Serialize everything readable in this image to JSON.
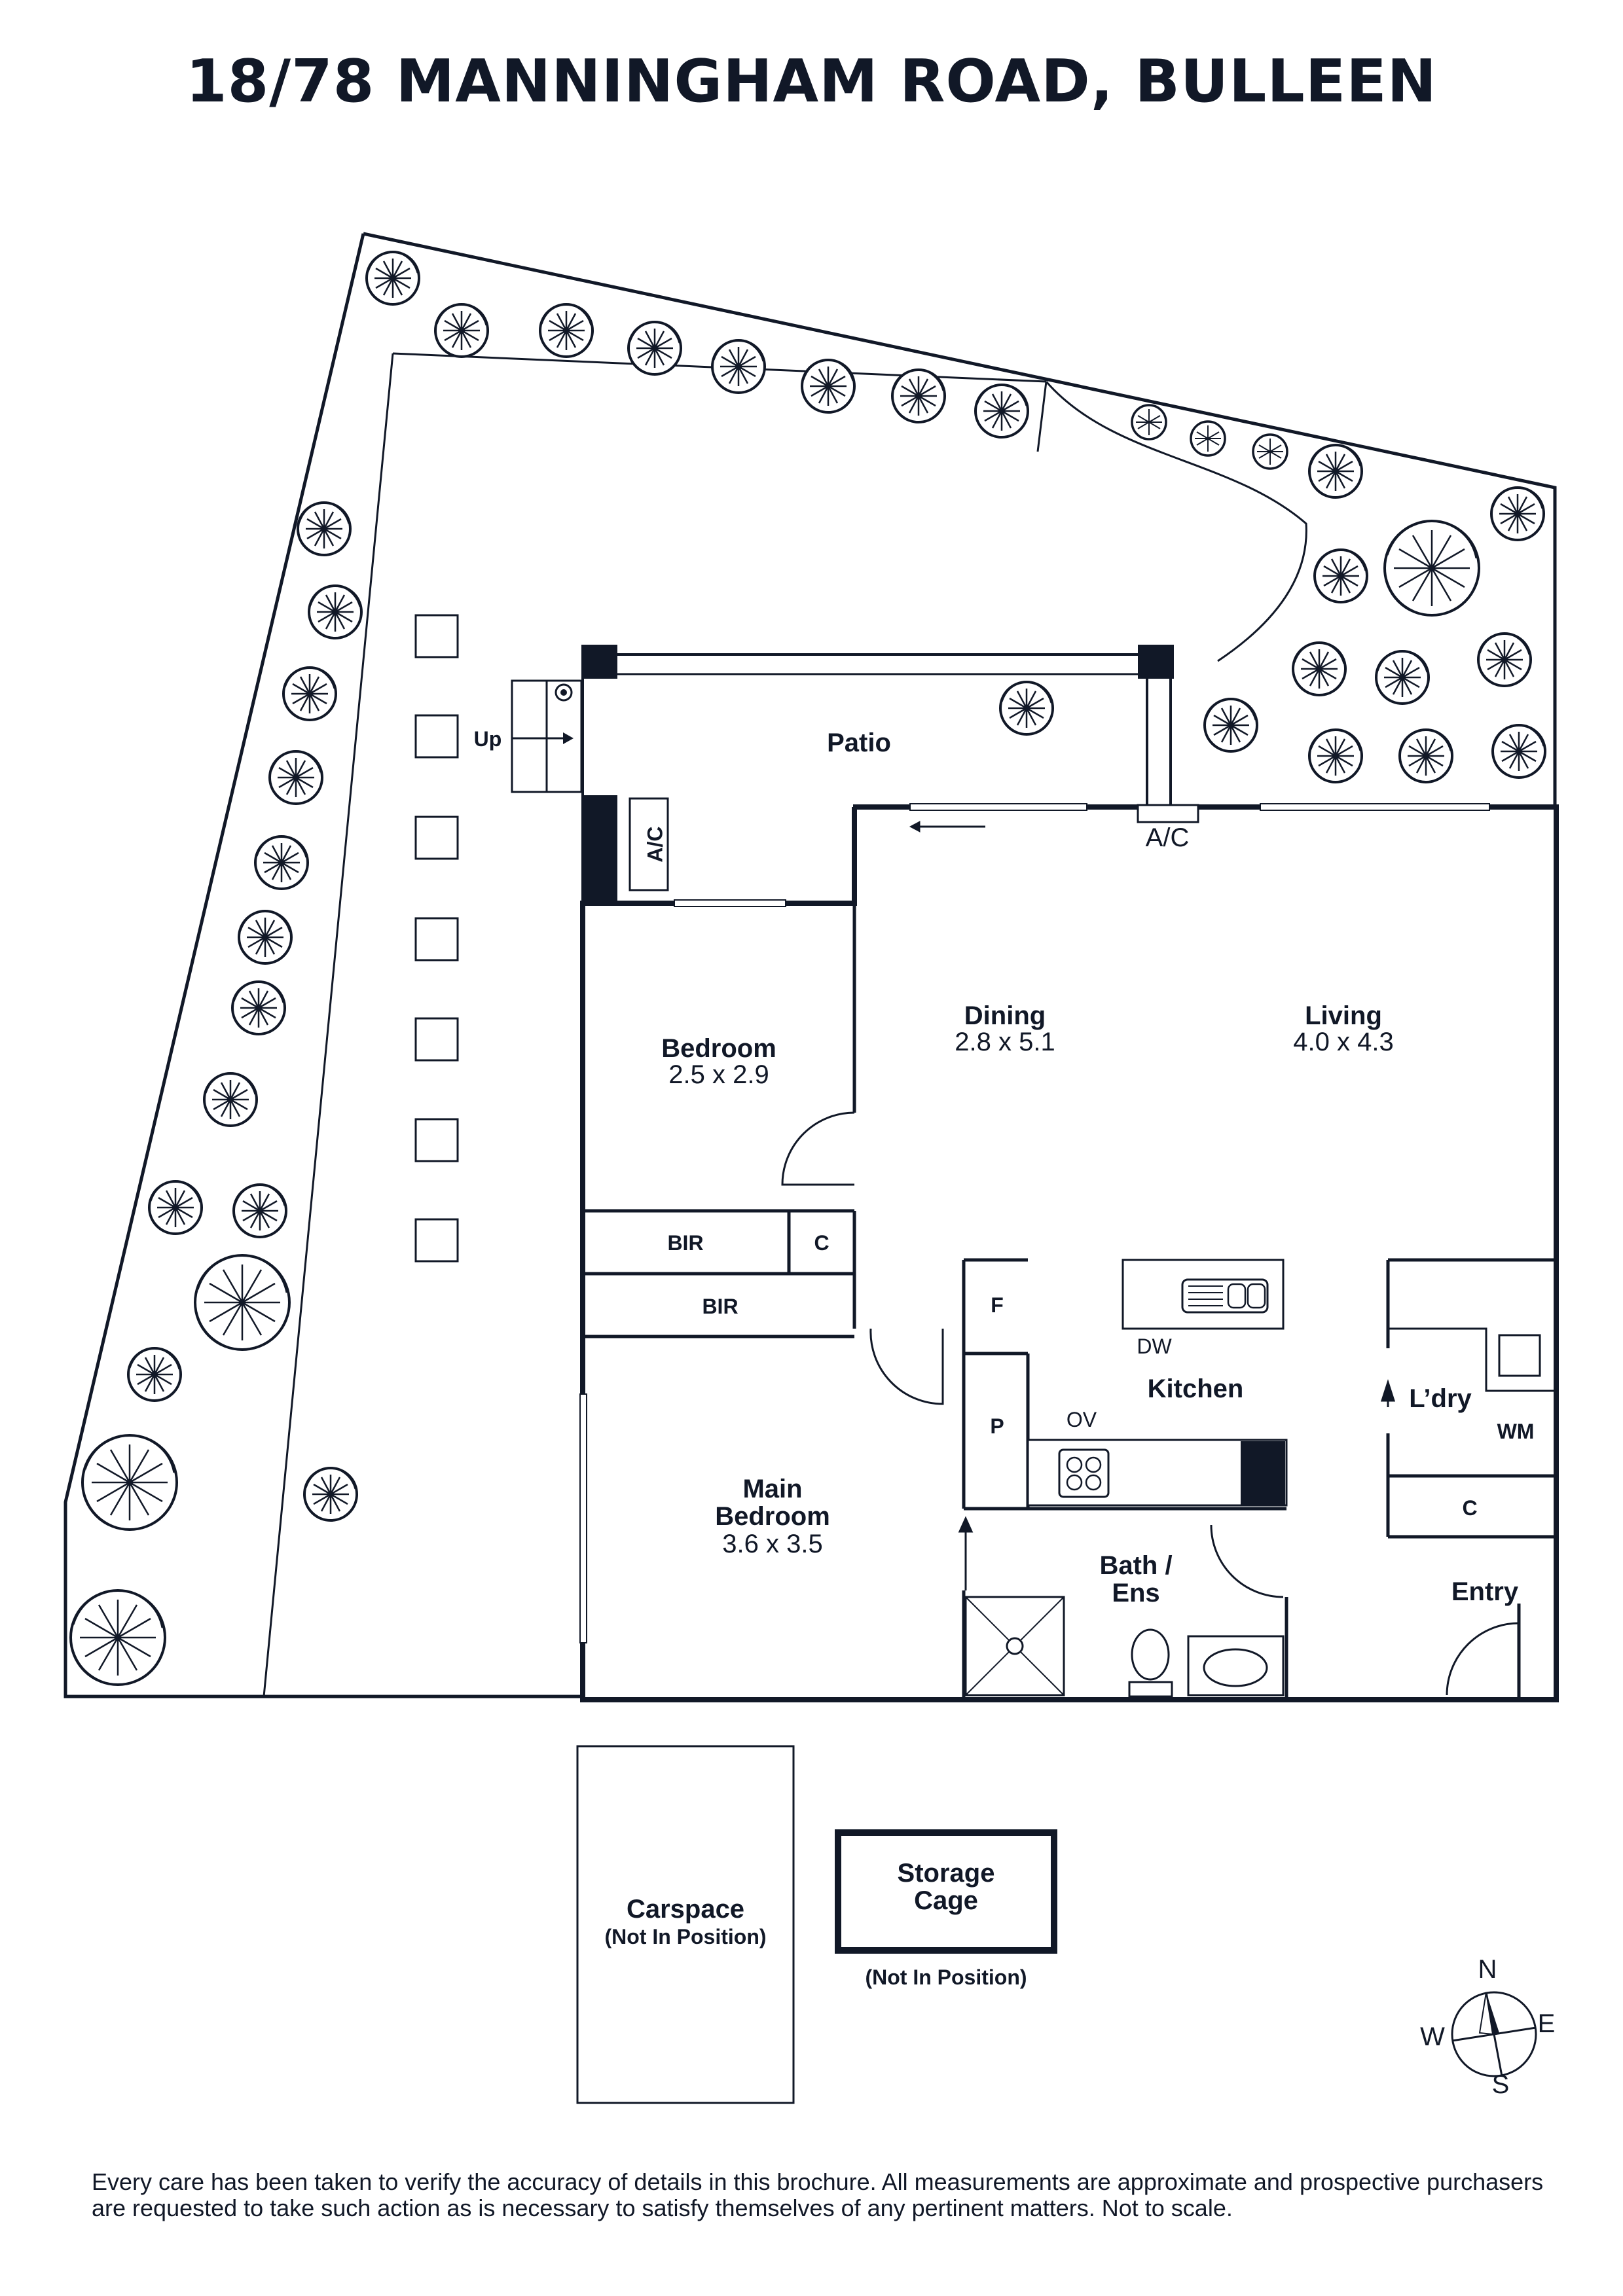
{
  "title": "18/78 MANNINGHAM ROAD, BULLEEN",
  "rooms": {
    "patio": "Patio",
    "dining": {
      "name": "Dining",
      "size": "2.8 x 5.1"
    },
    "living": {
      "name": "Living",
      "size": "4.0 x 4.3"
    },
    "bedroom": {
      "name": "Bedroom",
      "size": "2.5 x 2.9"
    },
    "main_bedroom": {
      "name_line1": "Main",
      "name_line2": "Bedroom",
      "size": "3.6 x 3.5"
    },
    "kitchen": "Kitchen",
    "laundry": "L’dry",
    "bath_line1": "Bath /",
    "bath_line2": "Ens",
    "entry": "Entry"
  },
  "fixtures": {
    "ac_patio": "A/C",
    "ac_living": "A/C",
    "up": "Up",
    "bir_top": "BIR",
    "bir_bottom": "BIR",
    "cupboard": "C",
    "cupboard_laundry": "C",
    "fridge": "F",
    "pantry": "P",
    "dishwasher": "DW",
    "oven": "OV",
    "washing_machine": "WM"
  },
  "external": {
    "carspace": "Carspace",
    "carspace_note": "(Not In Position)",
    "storage_line1": "Storage",
    "storage_line2": "Cage",
    "storage_note": "(Not In Position)"
  },
  "compass": {
    "n": "N",
    "e": "E",
    "s": "S",
    "w": "W"
  },
  "disclaimer": "Every care has been taken to verify the accuracy of details in this brochure. All measurements are approximate and prospective purchasers are requested to take such action as is necessary to satisfy themselves of any pertinent matters. Not to scale."
}
